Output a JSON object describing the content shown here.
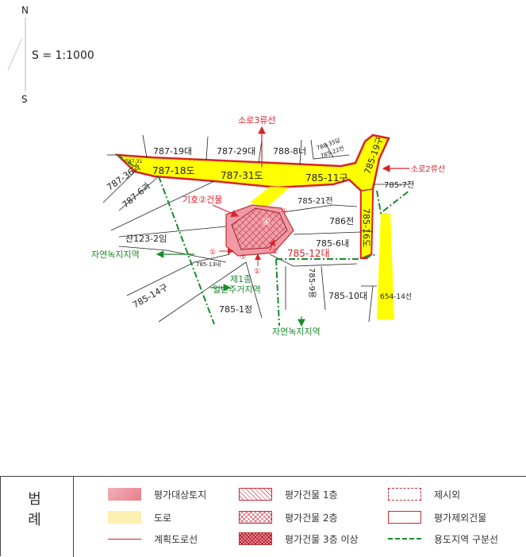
{
  "compass": {
    "north": "N",
    "south": "S"
  },
  "scale": "S = 1:1000",
  "parcels": {
    "p787_19": "787-19대",
    "p787_29": "787-29대",
    "p788_8": "788-8너",
    "p788_35": "788-35답",
    "p785_22": "785-22전",
    "p785_19": "785-19구",
    "p787_18": "787-18도",
    "p787_31": "787-31도",
    "p785_11": "785-11구",
    "p787_36": "787-36과",
    "p787_6": "787-6과",
    "p785_7": "785-7전",
    "p785_21": "785-21전",
    "p785_16": "785-16도",
    "p786": "786전",
    "p785_6": "785-6내",
    "p785_12": "785-12대",
    "p785_13": "785-13내",
    "p785_9": "785-9용",
    "p785_10": "785-10대",
    "p654_14": "654-14선",
    "p785_14": "785-14구",
    "p785_1": "785-1정",
    "san123_2": "산123-2임",
    "small_top": "787-31"
  },
  "annotations": {
    "road_small3": "소로3류선",
    "road_small2": "소로2류선",
    "building_ref": "기호②건물",
    "zone_nature_left": "자연녹지지역",
    "zone_residential_line1": "제1종",
    "zone_residential_line2": "일반주거지역",
    "zone_nature_bottom": "자연녹지지역",
    "marker_4": "④",
    "marker_1a": "①",
    "marker_1b": "①",
    "marker_1c": "①",
    "marker_1d": "①",
    "marker_5": "⑤"
  },
  "legend": {
    "title": "범 례",
    "items": [
      {
        "label": "평가대상토지",
        "type": "target-land"
      },
      {
        "label": "평가건물 1층",
        "type": "bldg-1"
      },
      {
        "label": "제시외",
        "type": "excluded"
      },
      {
        "label": "도로",
        "type": "road"
      },
      {
        "label": "평가건물 2층",
        "type": "bldg-2"
      },
      {
        "label": "평가제외건물",
        "type": "excluded-bldg"
      },
      {
        "label": "계획도로선",
        "type": "planned-road"
      },
      {
        "label": "평가건물 3층 이상",
        "type": "bldg-3"
      },
      {
        "label": "용도지역 구분선",
        "type": "zone-line"
      }
    ]
  },
  "colors": {
    "road": "#ffff00",
    "road_outline": "#d9222a",
    "target": "#e8808a",
    "zone_line": "#1a8a2a",
    "annotation_red": "#d9222a",
    "annotation_green": "#1a8a2a"
  }
}
